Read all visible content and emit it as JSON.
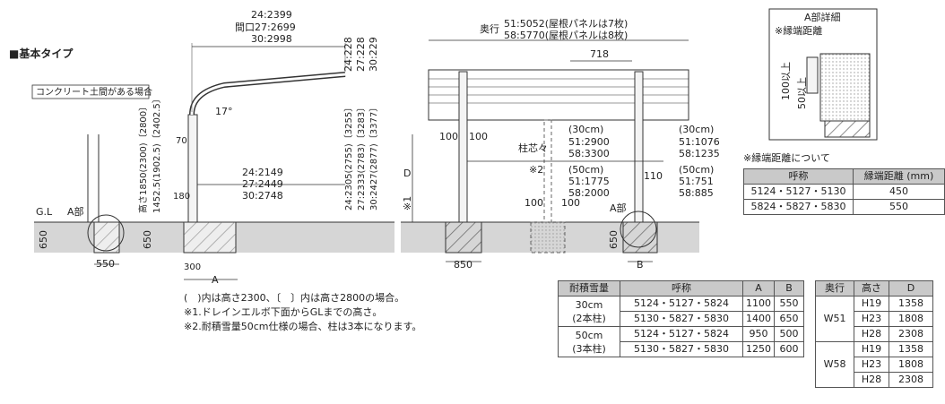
{
  "section_title": "■基本タイプ",
  "side": {
    "w24": "24:2399",
    "m27": "間口27:2699",
    "w30": "30:2998",
    "r24": "24:228",
    "r27": "27:228",
    "r30": "30:229",
    "c24": "24:2305(2755)〔3255〕",
    "c27": "27:2333(2783)〔3283〕",
    "c30": "30:2427(2877)〔3377〕",
    "concrete": "コンクリート土間がある場合",
    "angle": "17°",
    "v70": "70",
    "v180": "180",
    "h1": "高さ1850(2300)〔2800〕",
    "h2": "1452.5(1902.5)〔2402.5〕",
    "b24": "24:2149",
    "b27": "27:2449",
    "b30": "30:2748",
    "gl": "G.L",
    "abu": "A部",
    "d650a": "650",
    "d650b": "650",
    "d550": "550",
    "d300": "300",
    "da": "A"
  },
  "front": {
    "depth_label": "奥行",
    "d51": "51:5052(屋根パネルは7枚)",
    "d58": "58:5770(屋根パネルは8枚)",
    "v718": "718",
    "v100a": "100",
    "v100b": "100",
    "pitch": "柱芯々",
    "p30": "(30cm)",
    "p51": "51:2900",
    "p58": "58:3300",
    "r30": "(30cm)",
    "r51": "51:1076",
    "r58": "58:1235",
    "m2": "※2",
    "m50": "(50cm)",
    "m51": "51:1775",
    "m58": "58:2000",
    "v110": "110",
    "s50": "(50cm)",
    "s51": "51:751",
    "s58": "58:885",
    "D": "D",
    "m1": "※1",
    "v100c": "100",
    "v100d": "100",
    "abu": "A部",
    "d650": "650",
    "d850": "850",
    "dB": "B"
  },
  "detail": {
    "title": "A部詳細",
    "edge": "※縁端距離",
    "v100": "100以上",
    "v50": "50以上"
  },
  "edge_table": {
    "title": "※縁端距離について",
    "headers": [
      "呼称",
      "縁端距離 (mm)"
    ],
    "rows": [
      [
        "5124・5127・5130",
        "450"
      ],
      [
        "5824・5827・5830",
        "550"
      ]
    ]
  },
  "snow_table": {
    "headers": [
      "耐積雪量",
      "呼称",
      "A",
      "B"
    ],
    "groups": [
      {
        "label1": "30cm",
        "label2": "(2本柱)",
        "rows": [
          [
            "5124・5127・5824",
            "1100",
            "550"
          ],
          [
            "5130・5827・5830",
            "1400",
            "650"
          ]
        ]
      },
      {
        "label1": "50cm",
        "label2": "(3本柱)",
        "rows": [
          [
            "5124・5127・5824",
            "950",
            "500"
          ],
          [
            "5130・5827・5830",
            "1250",
            "600"
          ]
        ]
      }
    ]
  },
  "d_table": {
    "headers": [
      "奥行",
      "高さ",
      "D"
    ],
    "groups": [
      {
        "depth": "W51",
        "rows": [
          [
            "H19",
            "1358"
          ],
          [
            "H23",
            "1808"
          ],
          [
            "H28",
            "2308"
          ]
        ]
      },
      {
        "depth": "W58",
        "rows": [
          [
            "H19",
            "1358"
          ],
          [
            "H23",
            "1808"
          ],
          [
            "H28",
            "2308"
          ]
        ]
      }
    ]
  },
  "notes": [
    "(　)内は高さ2300、〔　〕内は高さ2800の場合。",
    "※1.ドレインエルボ下面からGLまでの高さ。",
    "※2.耐積雪量50cm仕様の場合、柱は3本になります。"
  ]
}
